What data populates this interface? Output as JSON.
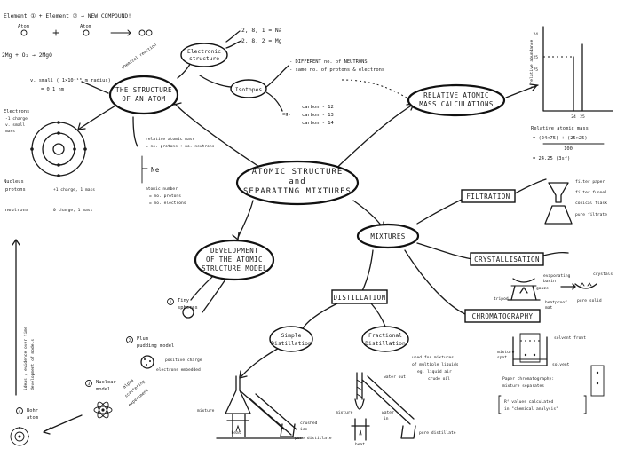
{
  "center": {
    "line1": "ATOMIC STRUCTURE",
    "line2": "and",
    "line3": "SEPARATING MIXTURES"
  },
  "structure_node": {
    "line1": "THE STRUCTURE",
    "line2": "OF AN ATOM"
  },
  "electronic_structure": {
    "line1": "Electronic",
    "line2": "structure",
    "ex1": "2, 8, 1 = Na",
    "ex2": "2, 8, 2 = Mg"
  },
  "top_left": {
    "equation": "Element ① + Element ② → NEW COMPOUND!",
    "atom_label": "Atom",
    "atom_label2": "Atom",
    "chemical_reaction": "chemical reaction",
    "mg_equation": "2Mg + O₂ → 2MgO"
  },
  "size_note": {
    "line1": "v. small ( 1×10⁻¹⁰ m radius)",
    "line2": "= 0.1 nm"
  },
  "electrons": {
    "title": "Electrons",
    "line1": "-1 charge",
    "line2": "v. small",
    "line3": "mass"
  },
  "nucleus": {
    "title": "Nucleus",
    "protons": "protons",
    "protons_info": "+1 charge, 1 mass",
    "neutrons": "neutrons",
    "neutrons_info": "0 charge, 1 mass"
  },
  "isotopes": {
    "label": "Isotopes",
    "def1": "- DIFFERENT no. of NEUTRONS",
    "def2": "- same no. of protons & electrons",
    "eg": "eg.",
    "c12": "carbon - 12",
    "c13": "carbon - 13",
    "c14": "carbon - 14"
  },
  "ram_node": {
    "line1": "RELATIVE ATOMIC",
    "line2": "MASS CALCULATIONS"
  },
  "ram_graph": {
    "ylabel": "% relative abundance",
    "tick_top": "24",
    "tick_mid": "25",
    "tick_bottom": "75",
    "x1": "24",
    "x2": "25"
  },
  "ram_calc": {
    "title": "Relative atomic mass",
    "line1": "= (24×75) + (25×25)",
    "denominator": "100",
    "line2": "= 24.25 (3sf)"
  },
  "mass_number_note": {
    "title": "relative atomic mass",
    "line": "= no. protons + no. neutrons",
    "symbol": "Ne",
    "atomic_number": "atomic number",
    "an1": "= no. protons",
    "an2": "= no. electrons"
  },
  "development": {
    "line1": "DEVELOPMENT",
    "line2": "OF THE ATOMIC",
    "line3": "STRUCTURE MODEL"
  },
  "models": {
    "m1_num": "1",
    "m1_line1": "Tiny",
    "m1_line2": "spheres",
    "m2_num": "2",
    "m2_line1": "Plum",
    "m2_line2": "pudding model",
    "m2_pos": "positive charge",
    "m2_elec": "electrons embedded",
    "m3_num": "3",
    "m3_line1": "Nuclear",
    "m3_line2": "model",
    "m3_note1": "alpha",
    "m3_note2": "scattering",
    "m3_note3": "experiment",
    "m4_num": "4",
    "m4_line1": "Bohr",
    "m4_line2": "atom"
  },
  "side_text": {
    "line1": "ideas / evidence over time",
    "line2": "development of models"
  },
  "mixtures": {
    "label": "MIXTURES"
  },
  "filtration": {
    "label": "FILTRATION",
    "l1": "filter paper",
    "l2": "filter funnel",
    "l3": "conical flask",
    "l4": "pure filtrate"
  },
  "crystallisation": {
    "label": "CRYSTALLISATION",
    "l1": "evaporating",
    "l1b": "basin",
    "l2": "gauze",
    "l3": "tripod",
    "l4": "heatproof",
    "l4b": "mat",
    "l5": "crystals",
    "l6": "pure solid"
  },
  "chromatography": {
    "label": "CHROMATOGRAPHY",
    "l1": "solvent front",
    "l2": "mixture",
    "l2b": "spot",
    "l3": "solvent",
    "n1": "Paper chromatography:",
    "n2": "mixture separates",
    "n3": "Rᶠ values calculated",
    "n4": "in \"chemical analysis\""
  },
  "distillation": {
    "label": "DISTILLATION"
  },
  "simple": {
    "line1": "Simple",
    "line2": "Distillation",
    "l1": "mixture",
    "l2": "heat",
    "l3": "crushed",
    "l3b": "ice",
    "l4": "pure distillate"
  },
  "fractional": {
    "line1": "Fractional",
    "line2": "Distillation",
    "n1": "used for mixtures",
    "n2": "of multiple liquids",
    "n3": "eg. liquid air",
    "n4": "crude oil",
    "l1": "water out",
    "l2": "mixture",
    "l3": "water",
    "l3b": "in",
    "l4": "heat",
    "l5": "pure distillate"
  }
}
